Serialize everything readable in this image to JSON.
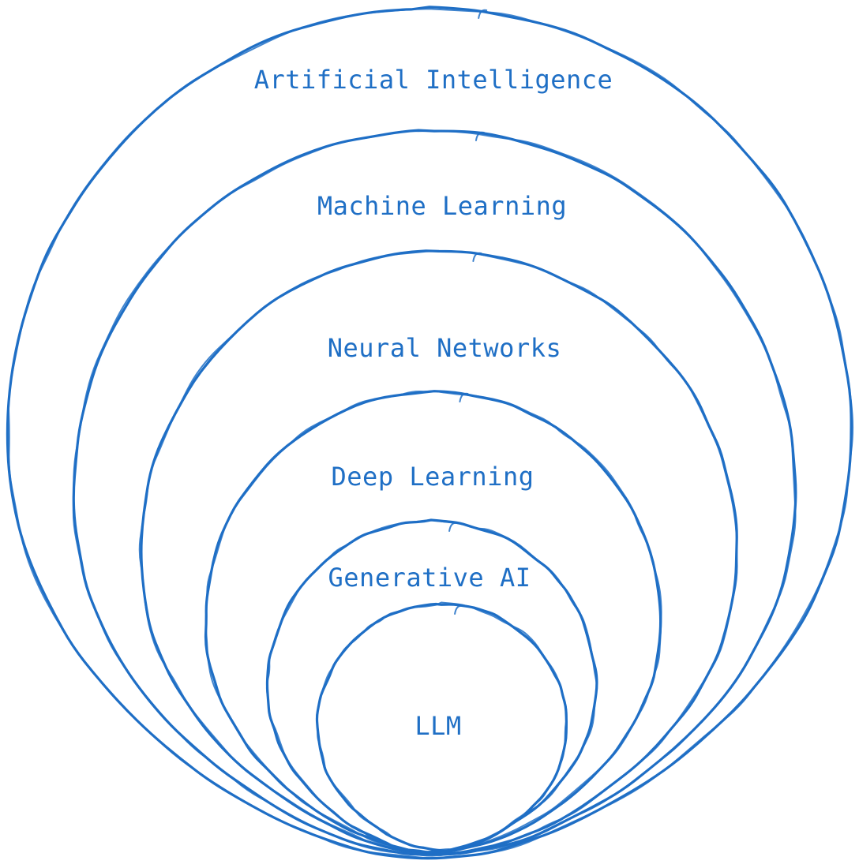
{
  "colors": {
    "stroke": "#1f6fc5",
    "text": "#1f6fc5",
    "background": "#ffffff"
  },
  "diagram": {
    "type": "nested-circles",
    "layers": [
      {
        "id": "artificial-intelligence",
        "label": "Artificial Intelligence"
      },
      {
        "id": "machine-learning",
        "label": "Machine Learning"
      },
      {
        "id": "neural-networks",
        "label": "Neural Networks"
      },
      {
        "id": "deep-learning",
        "label": "Deep Learning"
      },
      {
        "id": "generative-ai",
        "label": "Generative AI"
      },
      {
        "id": "llm",
        "label": "LLM"
      }
    ]
  }
}
